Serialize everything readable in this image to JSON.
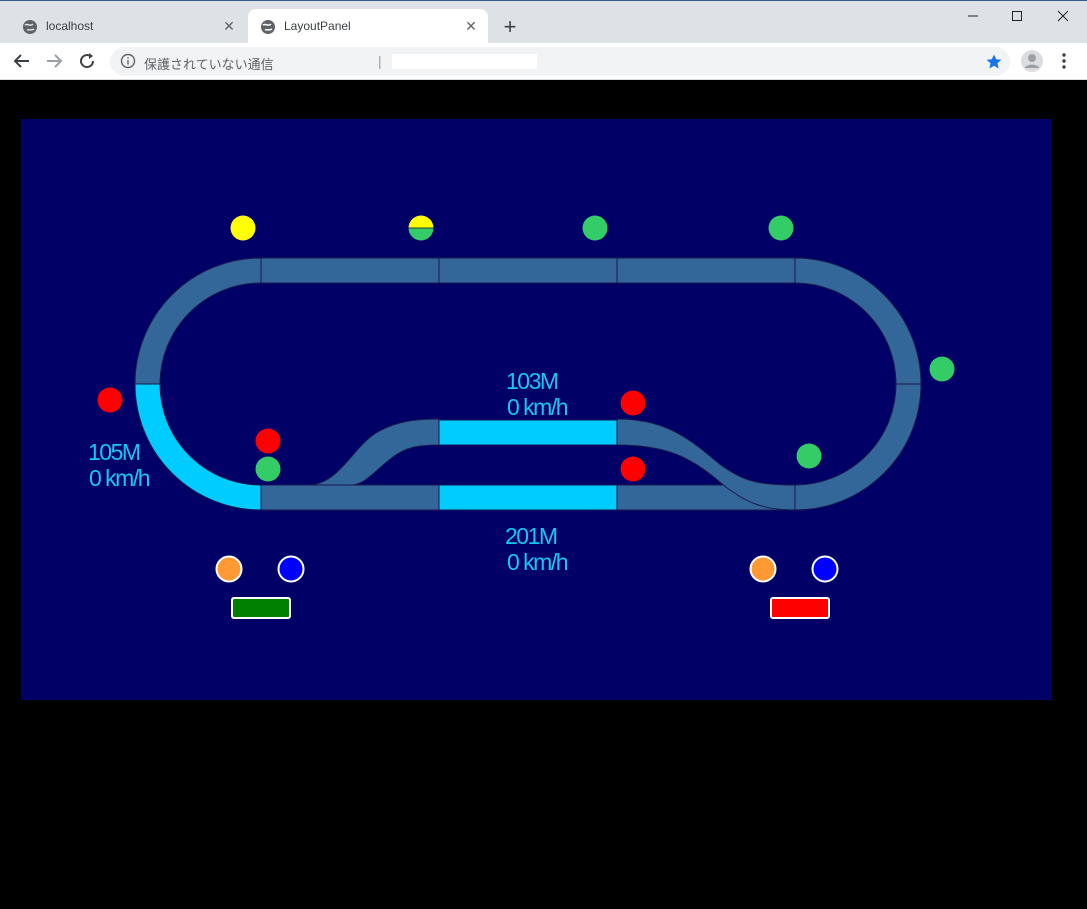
{
  "browser": {
    "tabs": [
      {
        "title": "localhost",
        "active": false
      },
      {
        "title": "LayoutPanel",
        "active": true
      }
    ],
    "security_text": "保護されていない通信",
    "separator": "|",
    "icons": {
      "back": "arrow-left-icon",
      "forward": "arrow-right-icon",
      "reload": "reload-icon",
      "info": "info-icon",
      "star": "star-icon",
      "profile": "profile-icon",
      "menu": "kebab-menu-icon",
      "new_tab": "plus-icon",
      "minimize": "minimize-icon",
      "maximize": "maximize-icon",
      "close": "close-icon"
    }
  },
  "layout": {
    "colors": {
      "background": "#000066",
      "track_idle": "#336699",
      "track_occupied": "#00ccff",
      "signal_green": "#33cc66",
      "signal_red": "#ff0000",
      "signal_yellow": "#ffff00",
      "button_orange": "#ff9933",
      "button_blue": "#0000ff",
      "control_green": "#008000",
      "control_red": "#ff0000",
      "label_text": "#14c8f5"
    },
    "blocks": [
      {
        "id": "105M",
        "name": "105M",
        "speed": "0 km/h",
        "occupied": true
      },
      {
        "id": "103M",
        "name": "103M",
        "speed": "0 km/h",
        "occupied": true
      },
      {
        "id": "201M",
        "name": "201M",
        "speed": "0 km/h",
        "occupied": true
      }
    ],
    "signals": [
      {
        "id": "s-top-1",
        "aspect": "yellow"
      },
      {
        "id": "s-top-2",
        "aspect": "yellow-green"
      },
      {
        "id": "s-top-3",
        "aspect": "green"
      },
      {
        "id": "s-top-4",
        "aspect": "green"
      },
      {
        "id": "s-right",
        "aspect": "green"
      },
      {
        "id": "s-left",
        "aspect": "red"
      },
      {
        "id": "s-inner-left-1",
        "aspect": "red"
      },
      {
        "id": "s-inner-left-2",
        "aspect": "green"
      },
      {
        "id": "s-inner-right-1",
        "aspect": "red"
      },
      {
        "id": "s-inner-right-2",
        "aspect": "red"
      },
      {
        "id": "s-inner-right-3",
        "aspect": "green"
      }
    ],
    "controllers": [
      {
        "id": "controller-1",
        "state_color": "#008000"
      },
      {
        "id": "controller-2",
        "state_color": "#ff0000"
      }
    ]
  }
}
